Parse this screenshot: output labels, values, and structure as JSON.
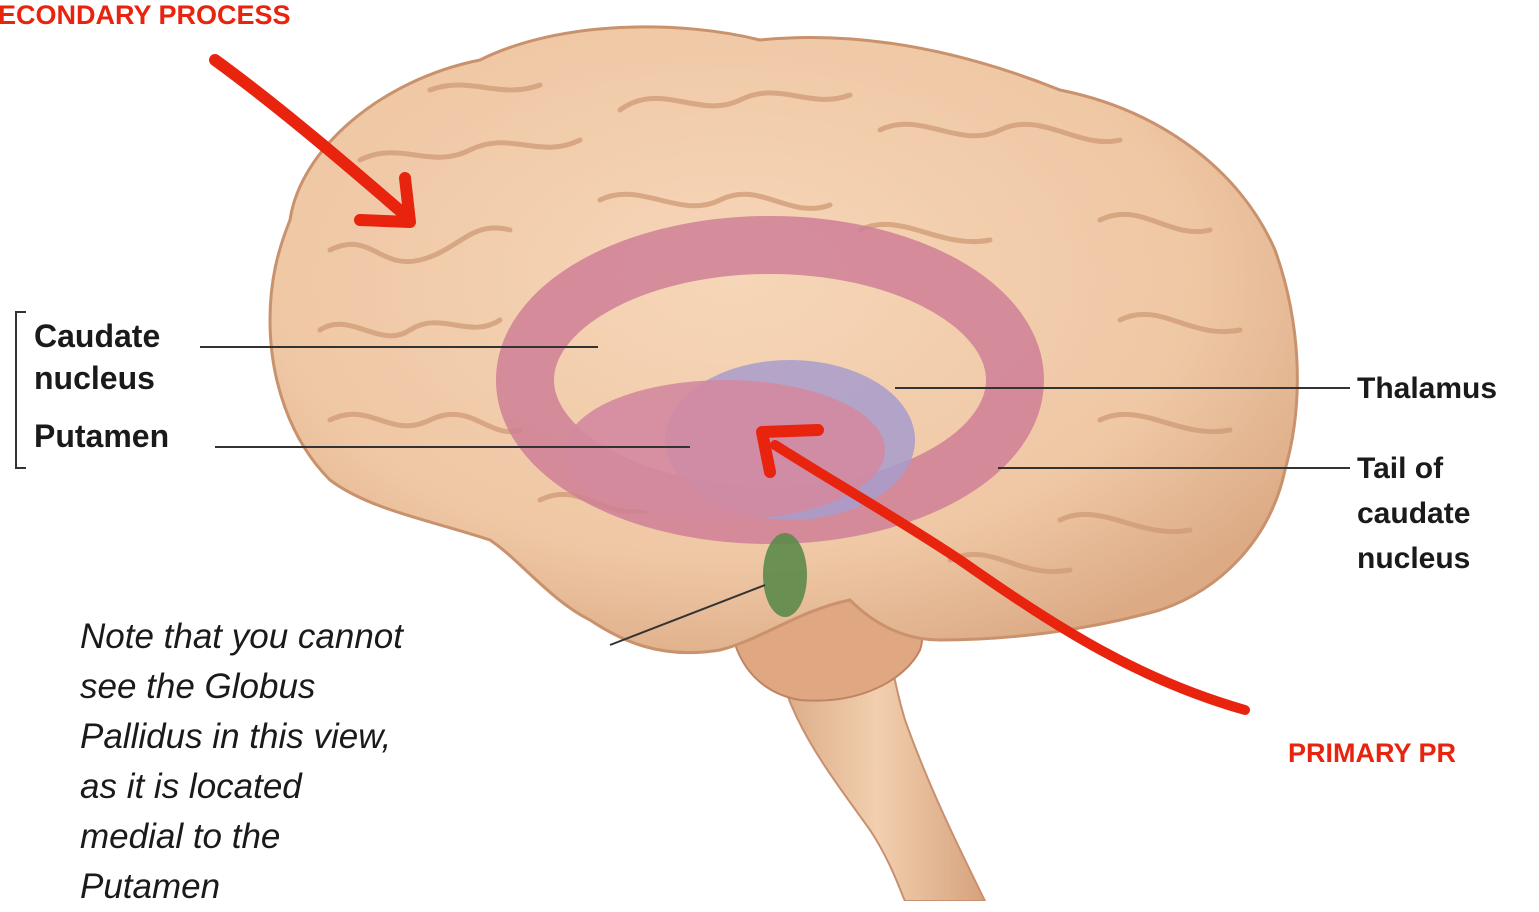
{
  "labels": {
    "caudate_line1": "Caudate",
    "caudate_line2": "nucleus",
    "putamen": "Putamen",
    "thalamus": "Thalamus",
    "tail_line1": "Tail of",
    "tail_line2": "caudate",
    "tail_line3": "nucleus"
  },
  "annotations": {
    "secondary": "ECONDARY PROCESS",
    "primary": "PRIMARY PR"
  },
  "note": {
    "lines": [
      "Note that you cannot",
      "see the Globus",
      "Pallidus in this view,",
      "as it is located",
      "medial to the",
      "Putamen"
    ]
  },
  "colors": {
    "brain": "#efc7a4",
    "brain_shadow": "#d9a783",
    "caudate": "#cf7f96",
    "thalamus": "#a79ccc",
    "amygdala": "#5b8a4b",
    "annotation_red": "#e8230e"
  }
}
